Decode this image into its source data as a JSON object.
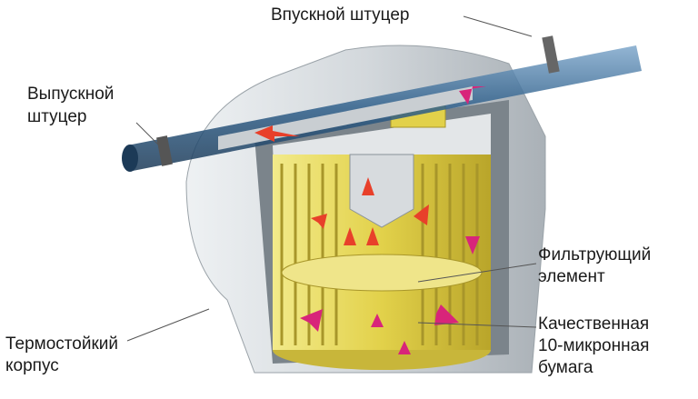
{
  "labels": {
    "inlet": "Впускной штуцер",
    "outlet_line1": "Выпускной",
    "outlet_line2": "штуцер",
    "element_line1": "Фильтрующий",
    "element_line2": "элемент",
    "paper_line1": "Качественная",
    "paper_line2": "10-микронная",
    "paper_line3": "бумага",
    "housing_line1": "Термостойкий",
    "housing_line2": "корпус"
  },
  "colors": {
    "housing": "#cfd4d8",
    "filter": "#e6d85a",
    "arrow_red": "#e8402a",
    "arrow_pink": "#d8257a",
    "pipe": "#2f5f8a"
  }
}
